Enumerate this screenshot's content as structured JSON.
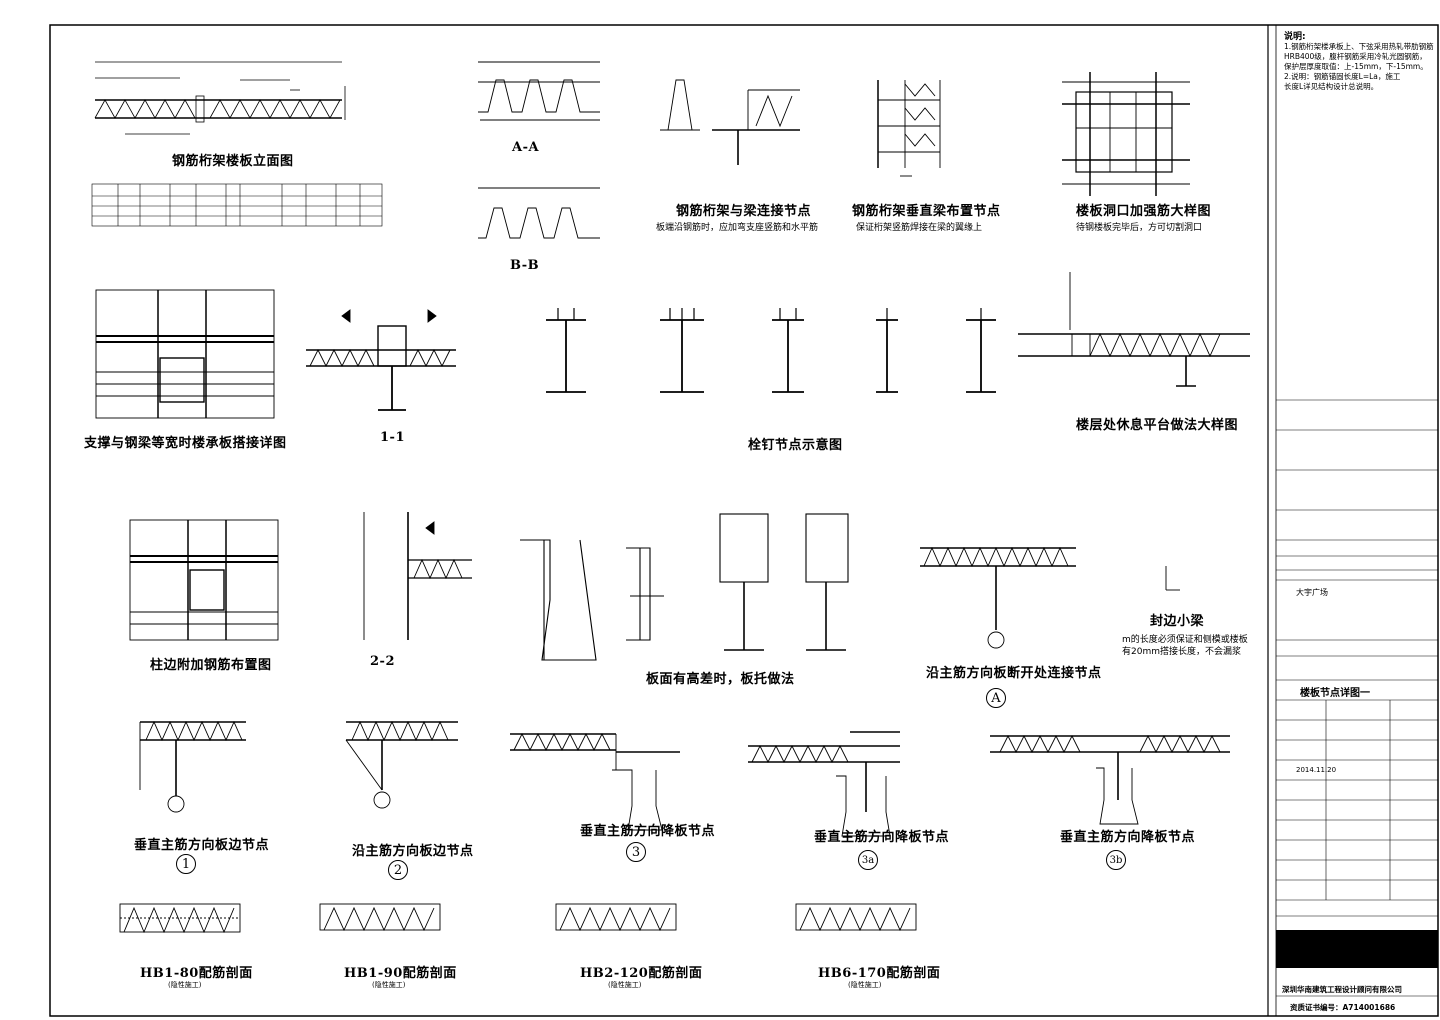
{
  "titles": {
    "t1": "钢筋桁架楼板立面图",
    "t2": "A-A",
    "t3": "B-B",
    "t4": "钢筋桁架与梁连接节点",
    "t4s": "板端沿钢筋时，应加弯支座竖筋和水平筋",
    "t5": "钢筋桁架垂直梁布置节点",
    "t5s": "保证桁架竖筋焊接在梁的翼缘上",
    "t6": "楼板洞口加强筋大样图",
    "t6s": "待钢楼板完毕后，方可切割洞口",
    "t7": "支撑与钢梁等宽时楼承板搭接详图",
    "t8": "1-1",
    "t9": "栓钉节点示意图",
    "t10": "楼层处休息平台做法大样图",
    "t11": "柱边附加钢筋布置图",
    "t12": "2-2",
    "t13": "板面有高差时，板托做法",
    "t14": "沿主筋方向板断开处连接节点",
    "t14c": "A",
    "t15": "封边小梁",
    "t15s1": "m的长度必须保证和侧模或楼板",
    "t15s2": "有20mm搭接长度，不会漏浆",
    "t16": "垂直主筋方向板边节点",
    "t16c": "1",
    "t17": "沿主筋方向板边节点",
    "t17c": "2",
    "t18": "垂直主筋方向降板节点",
    "t18c": "3",
    "t19": "垂直主筋方向降板节点",
    "t19c": "3a",
    "t20": "垂直主筋方向降板节点",
    "t20c": "3b",
    "t21": "HB1-80配筋剖面",
    "t22": "HB1-90配筋剖面",
    "t23": "HB2-120配筋剖面",
    "t24": "HB6-170配筋剖面",
    "t21s": "(隐性施工)",
    "t22s": "(隐性施工)",
    "t23s": "(隐性施工)",
    "t24s": "(隐性施工)"
  },
  "notes": {
    "title": "说明:",
    "n1": "1.钢筋桁架楼承板上、下弦采用热轧带肋钢筋",
    "n2": "HRB400级，腹杆钢筋采用冷轧光圆钢筋，",
    "n3": "保护层厚度取值：上-15mm，下-15mm。",
    "n4": "2.说明：钢筋锚固长度L=La，施工",
    "n5": "长度L详见结构设计总说明。"
  },
  "titleblock": {
    "drawing_name": "楼板节点详图一",
    "project": "大宇广场",
    "date": "2014.11.20",
    "company": "深圳华南建筑工程设计顾问有限公司",
    "cert": "资质证书编号：A714001686"
  },
  "colors": {
    "line": "#000000",
    "paper": "#ffffff",
    "dark": "#000000"
  }
}
